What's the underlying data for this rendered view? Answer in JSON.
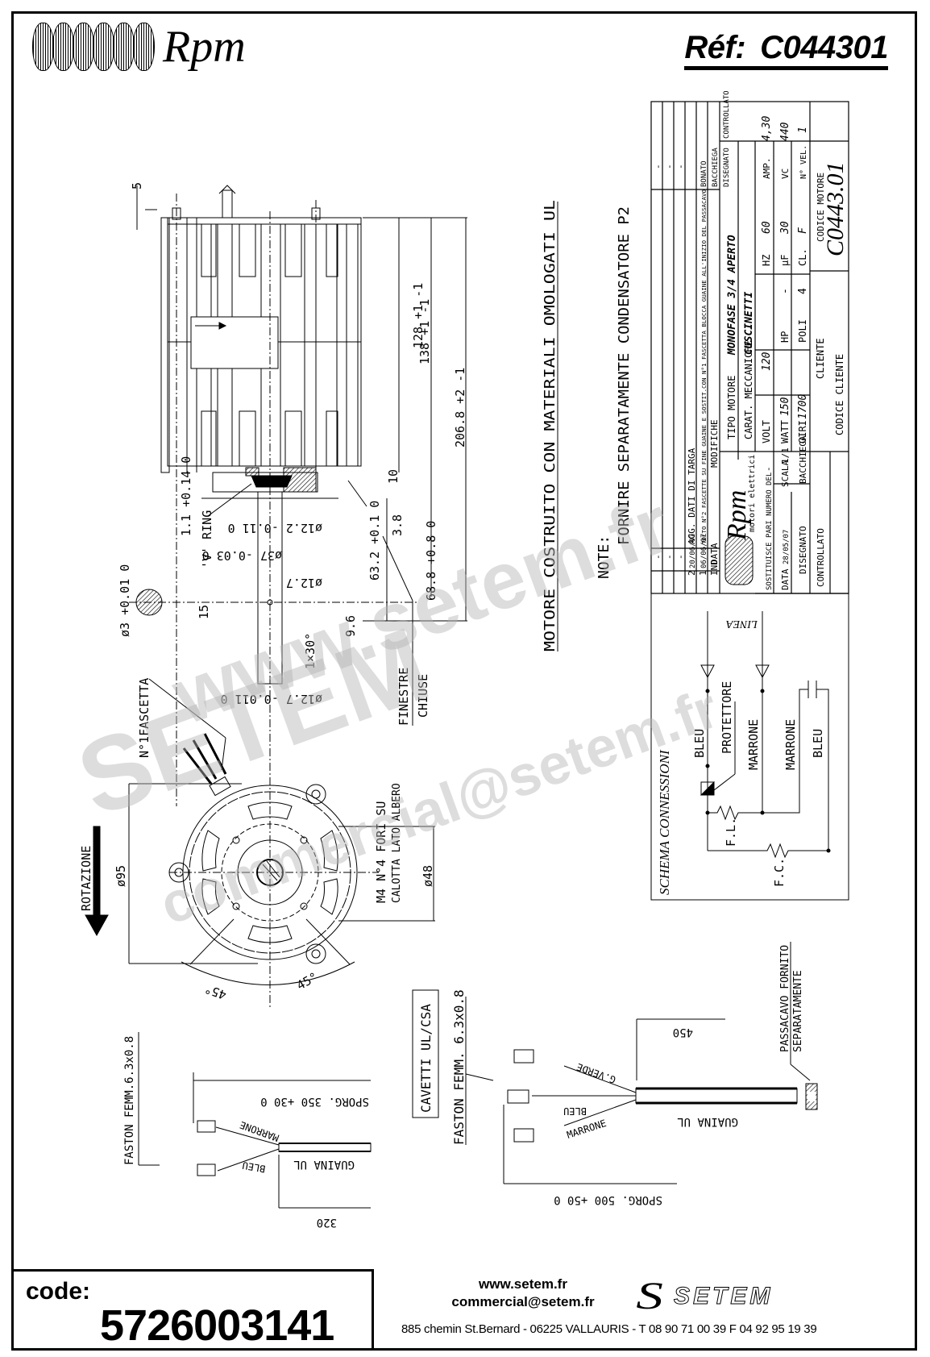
{
  "header": {
    "brand": "Rpm",
    "ref_label": "Réf:",
    "ref_value": "C044301"
  },
  "title_block": {
    "revisions": [
      {
        "ind": "2",
        "date": "20/06/07",
        "desc": "AGG. DATI DI TARGA"
      },
      {
        "ind": "1",
        "date": "06/06/07",
        "desc": "TOLTO N°2 FASCETTE SU FINE GUAINE E SOSTIT.CON N°1 FASCETTA BLOCCA GUAINE ALL'INIZIO DEL PASSACAVO"
      },
      {
        "ind": "-",
        "date": "-",
        "desc": "-"
      },
      {
        "ind": "-",
        "date": "-",
        "desc": "-"
      },
      {
        "ind": "-",
        "date": "-",
        "desc": "-"
      }
    ],
    "col_ind": "IND",
    "col_data": "DATA",
    "col_modifiche": "MODIFICHE",
    "col_disegnato": "DISEGNATO",
    "col_controllato": "CONTROLLATO",
    "rev_signers": [
      "BONATO",
      "BACCHIEGA"
    ],
    "company_brand": "Rpm",
    "company_sub": "motori elettrici",
    "sostituisce": "SOSTITUISCE PARI NUMERO DEL",
    "sostituisce_value": "-",
    "data_label": "DATA",
    "data_value": "28/05/07",
    "scala_label": "SCALA",
    "scala_value": "1/1",
    "disegnato_label": "DISEGNATO",
    "disegnato_value": "BACCHIEGA",
    "controllato_label": "CONTROLLATO",
    "tipo_motore_label": "TIPO MOTORE",
    "tipo_motore_value": "MONOFASE 3/4 APERTO",
    "carat_label": "CARAT. MECCANICHE",
    "carat_value": "CUSCINETTI",
    "specs": [
      {
        "label": "VOLT",
        "value": "120"
      },
      {
        "label": "HZ",
        "value": "60"
      },
      {
        "label": "AMP.",
        "value": "4,30"
      },
      {
        "label": "WATT",
        "value": "150"
      },
      {
        "label": "HP",
        "value": "-"
      },
      {
        "label": "µF",
        "value": "30"
      },
      {
        "label": "VC",
        "value": "440"
      },
      {
        "label": "GIRI",
        "value": "1700"
      },
      {
        "label": "POLI",
        "value": "4"
      },
      {
        "label": "CL.",
        "value": "F"
      },
      {
        "label": "N° VEL.",
        "value": "1"
      }
    ],
    "cliente_label": "CLIENTE",
    "codice_cliente_label": "CODICE CLIENTE",
    "codice_motore_label": "CODICE MOTORE",
    "codice_motore_value": "C0443.01"
  },
  "notes": {
    "ul_note": "MOTORE COSTRUITO CON MATERIALI OMOLOGATI UL",
    "note_label": "NOTE:",
    "note_text": "FORNIRE SEPARATAMENTE CONDENSATORE P2"
  },
  "schema": {
    "title": "SCHEMA CONNESSIONI",
    "linea": "LINEA",
    "wires": [
      "BLEU",
      "PROTETTORE",
      "MARRONE",
      "MARRONE",
      "BLEU"
    ],
    "fl": "F.L.",
    "fc": "F.C."
  },
  "side_view": {
    "dims": {
      "d5": "5",
      "d128": "128 +1 -1",
      "d138": "138 +1 -1",
      "d206": "206.8 +2 -1",
      "d10": "10",
      "d3_8": "3.8",
      "d63_2": "63.2 +0.1 0",
      "d68_8": "68.8 +0.8 0",
      "d1_1": "1.1 +0.14 0",
      "dia12_2": "ø12.2 -0.11 0",
      "dia37": "ø37 -0.03 0",
      "dia12_7a": "ø12.7",
      "dia12_7b": "ø12.7 -0.011 0",
      "d15": "15",
      "d9_6": "9.6",
      "chamfer": "1×30°",
      "dia3": "ø3 +0.01 0"
    },
    "v_ring": "'V' RING",
    "finestre": "FINESTRE",
    "chiuse": "CHIUSE"
  },
  "front_view": {
    "fascetta": "N°1FASCETTA",
    "rotazione": "ROTAZIONE",
    "dia95": "ø95",
    "dia48": "ø48",
    "fori": "M4 N°4 FORI SU",
    "calotta": "CALOTTA LATO ALBERO",
    "angle1": "45°",
    "angle2": "45°"
  },
  "cable_small": {
    "faston": "FASTON FEMM.6.3x0.8",
    "sporg": "SPORG. 350 +30 0",
    "wires": [
      "MARRONE",
      "BLEU"
    ],
    "guaina": "GUAINA UL",
    "len": "320"
  },
  "cable_large": {
    "box": "CAVETTI UL/CSA",
    "faston": "FASTON FEMM. 6.3x0.8",
    "wires": [
      "G.VERDE",
      "BLEU",
      "MARRONE"
    ],
    "guaina": "GUAINA UL",
    "len": "450",
    "sporg": "SPORG. 500 +50 0",
    "passacavo": "PASSACAVO FORNITO",
    "separatamente": "SEPARATAMENTE"
  },
  "footer": {
    "code_label": "code:",
    "code_value": "5726003141",
    "website": "www.setem.fr",
    "email": "commercial@setem.fr",
    "company": "SETEM",
    "address": "885 chemin St.Bernard  -  06225 VALLAURIS  -  T 08 90 71 00 39   F 04 92 95 19 39"
  },
  "watermark": {
    "line1": "www.setem.fr",
    "line2": "SETEM",
    "line3": "commercial@setem.fr"
  }
}
